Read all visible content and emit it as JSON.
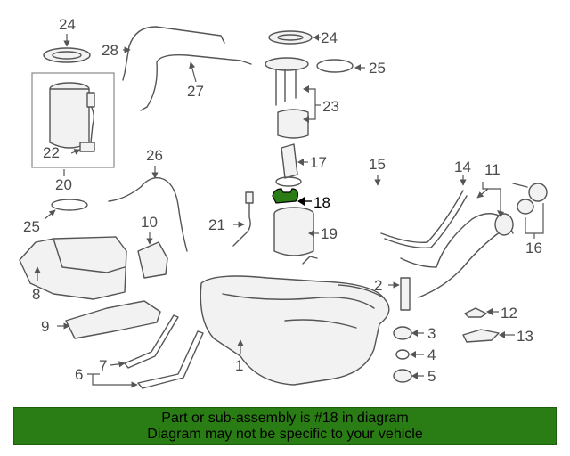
{
  "callouts": {
    "c1": "1",
    "c2": "2",
    "c3": "3",
    "c4": "4",
    "c5": "5",
    "c6": "6",
    "c7": "7",
    "c8": "8",
    "c9": "9",
    "c10": "10",
    "c11": "11",
    "c12": "12",
    "c13": "13",
    "c14": "14",
    "c15": "15",
    "c16": "16",
    "c17": "17",
    "c18": "18",
    "c19": "19",
    "c20": "20",
    "c21": "21",
    "c22": "22",
    "c23": "23",
    "c24a": "24",
    "c24b": "24",
    "c25a": "25",
    "c25b": "25",
    "c26": "26",
    "c27": "27",
    "c28": "28"
  },
  "highlight": {
    "part": "18",
    "color": "#2a7d14"
  },
  "banner": {
    "line1": "Part or sub-assembly is #18 in diagram",
    "line2": "Diagram may not be specific to your vehicle",
    "background": "#2a7d14"
  }
}
